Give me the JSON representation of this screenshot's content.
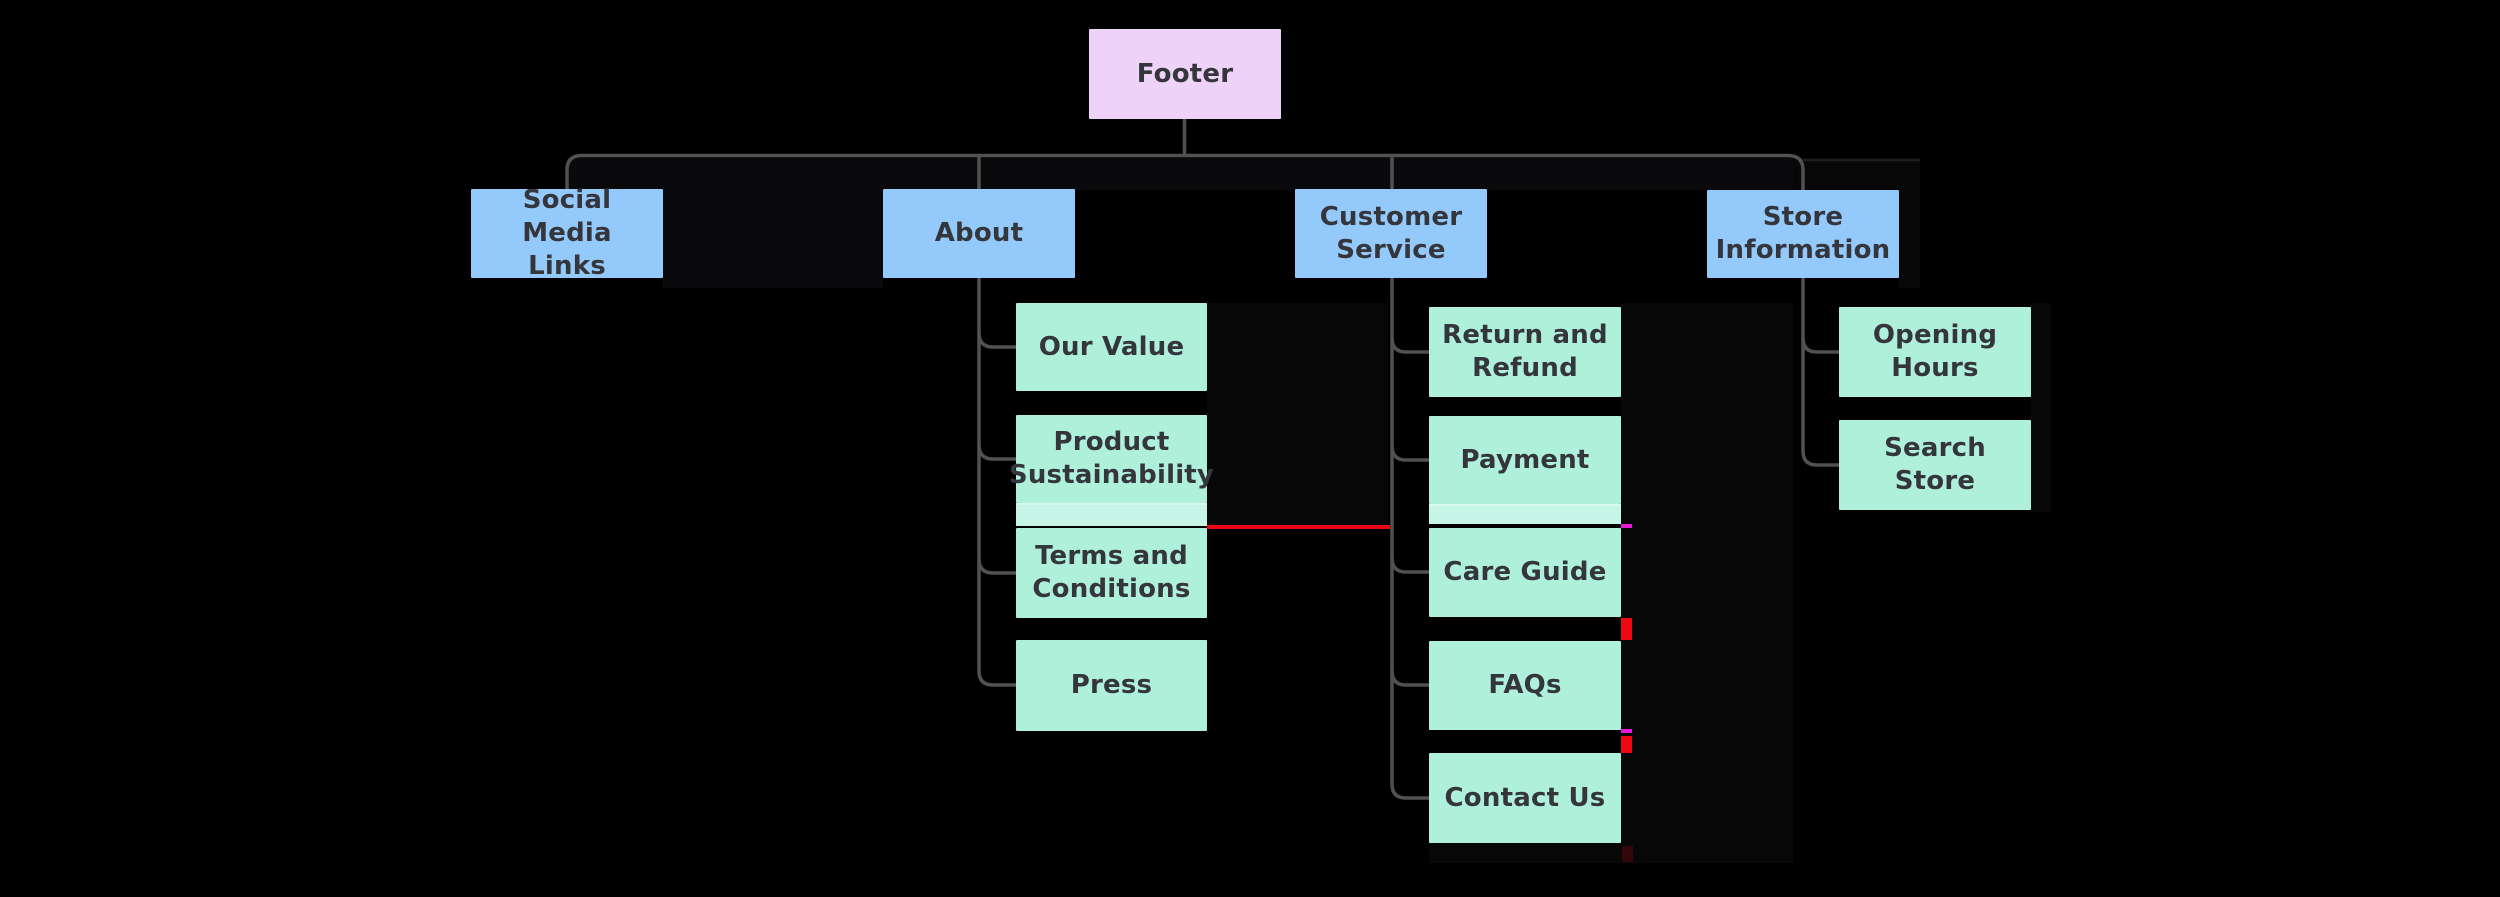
{
  "diagram": {
    "title": "Footer sitemap tree",
    "root": {
      "label": "Footer"
    },
    "branches": [
      {
        "label": "Social Media\nLinks",
        "children": []
      },
      {
        "label": "About",
        "children": [
          {
            "label": "Our Value"
          },
          {
            "label": "Product\nSustainability"
          },
          {
            "label": "Terms and\nConditions"
          },
          {
            "label": "Press"
          }
        ]
      },
      {
        "label": "Customer\nService",
        "children": [
          {
            "label": "Return and\nRefund"
          },
          {
            "label": "Payment"
          },
          {
            "label": "Care Guide"
          },
          {
            "label": "FAQs"
          },
          {
            "label": "Contact Us"
          }
        ]
      },
      {
        "label": "Store\nInformation",
        "children": [
          {
            "label": "Opening\nHours"
          },
          {
            "label": "Search\nStore"
          }
        ]
      }
    ]
  },
  "colors": {
    "background": "#000000",
    "root_node": "#eed2f8",
    "branch_node": "#93c9fb",
    "leaf_node": "#aff0db",
    "leaf_node_light": "#c6f4e7",
    "node_text": "#35353c",
    "connector": "#515151",
    "connector_faint": "#1d1d1d",
    "ghost_panel": "#0a0a0c",
    "red_mark": "#ee0711",
    "magenta_mark": "#e61ad4",
    "dim_red_mark": "#330609"
  }
}
